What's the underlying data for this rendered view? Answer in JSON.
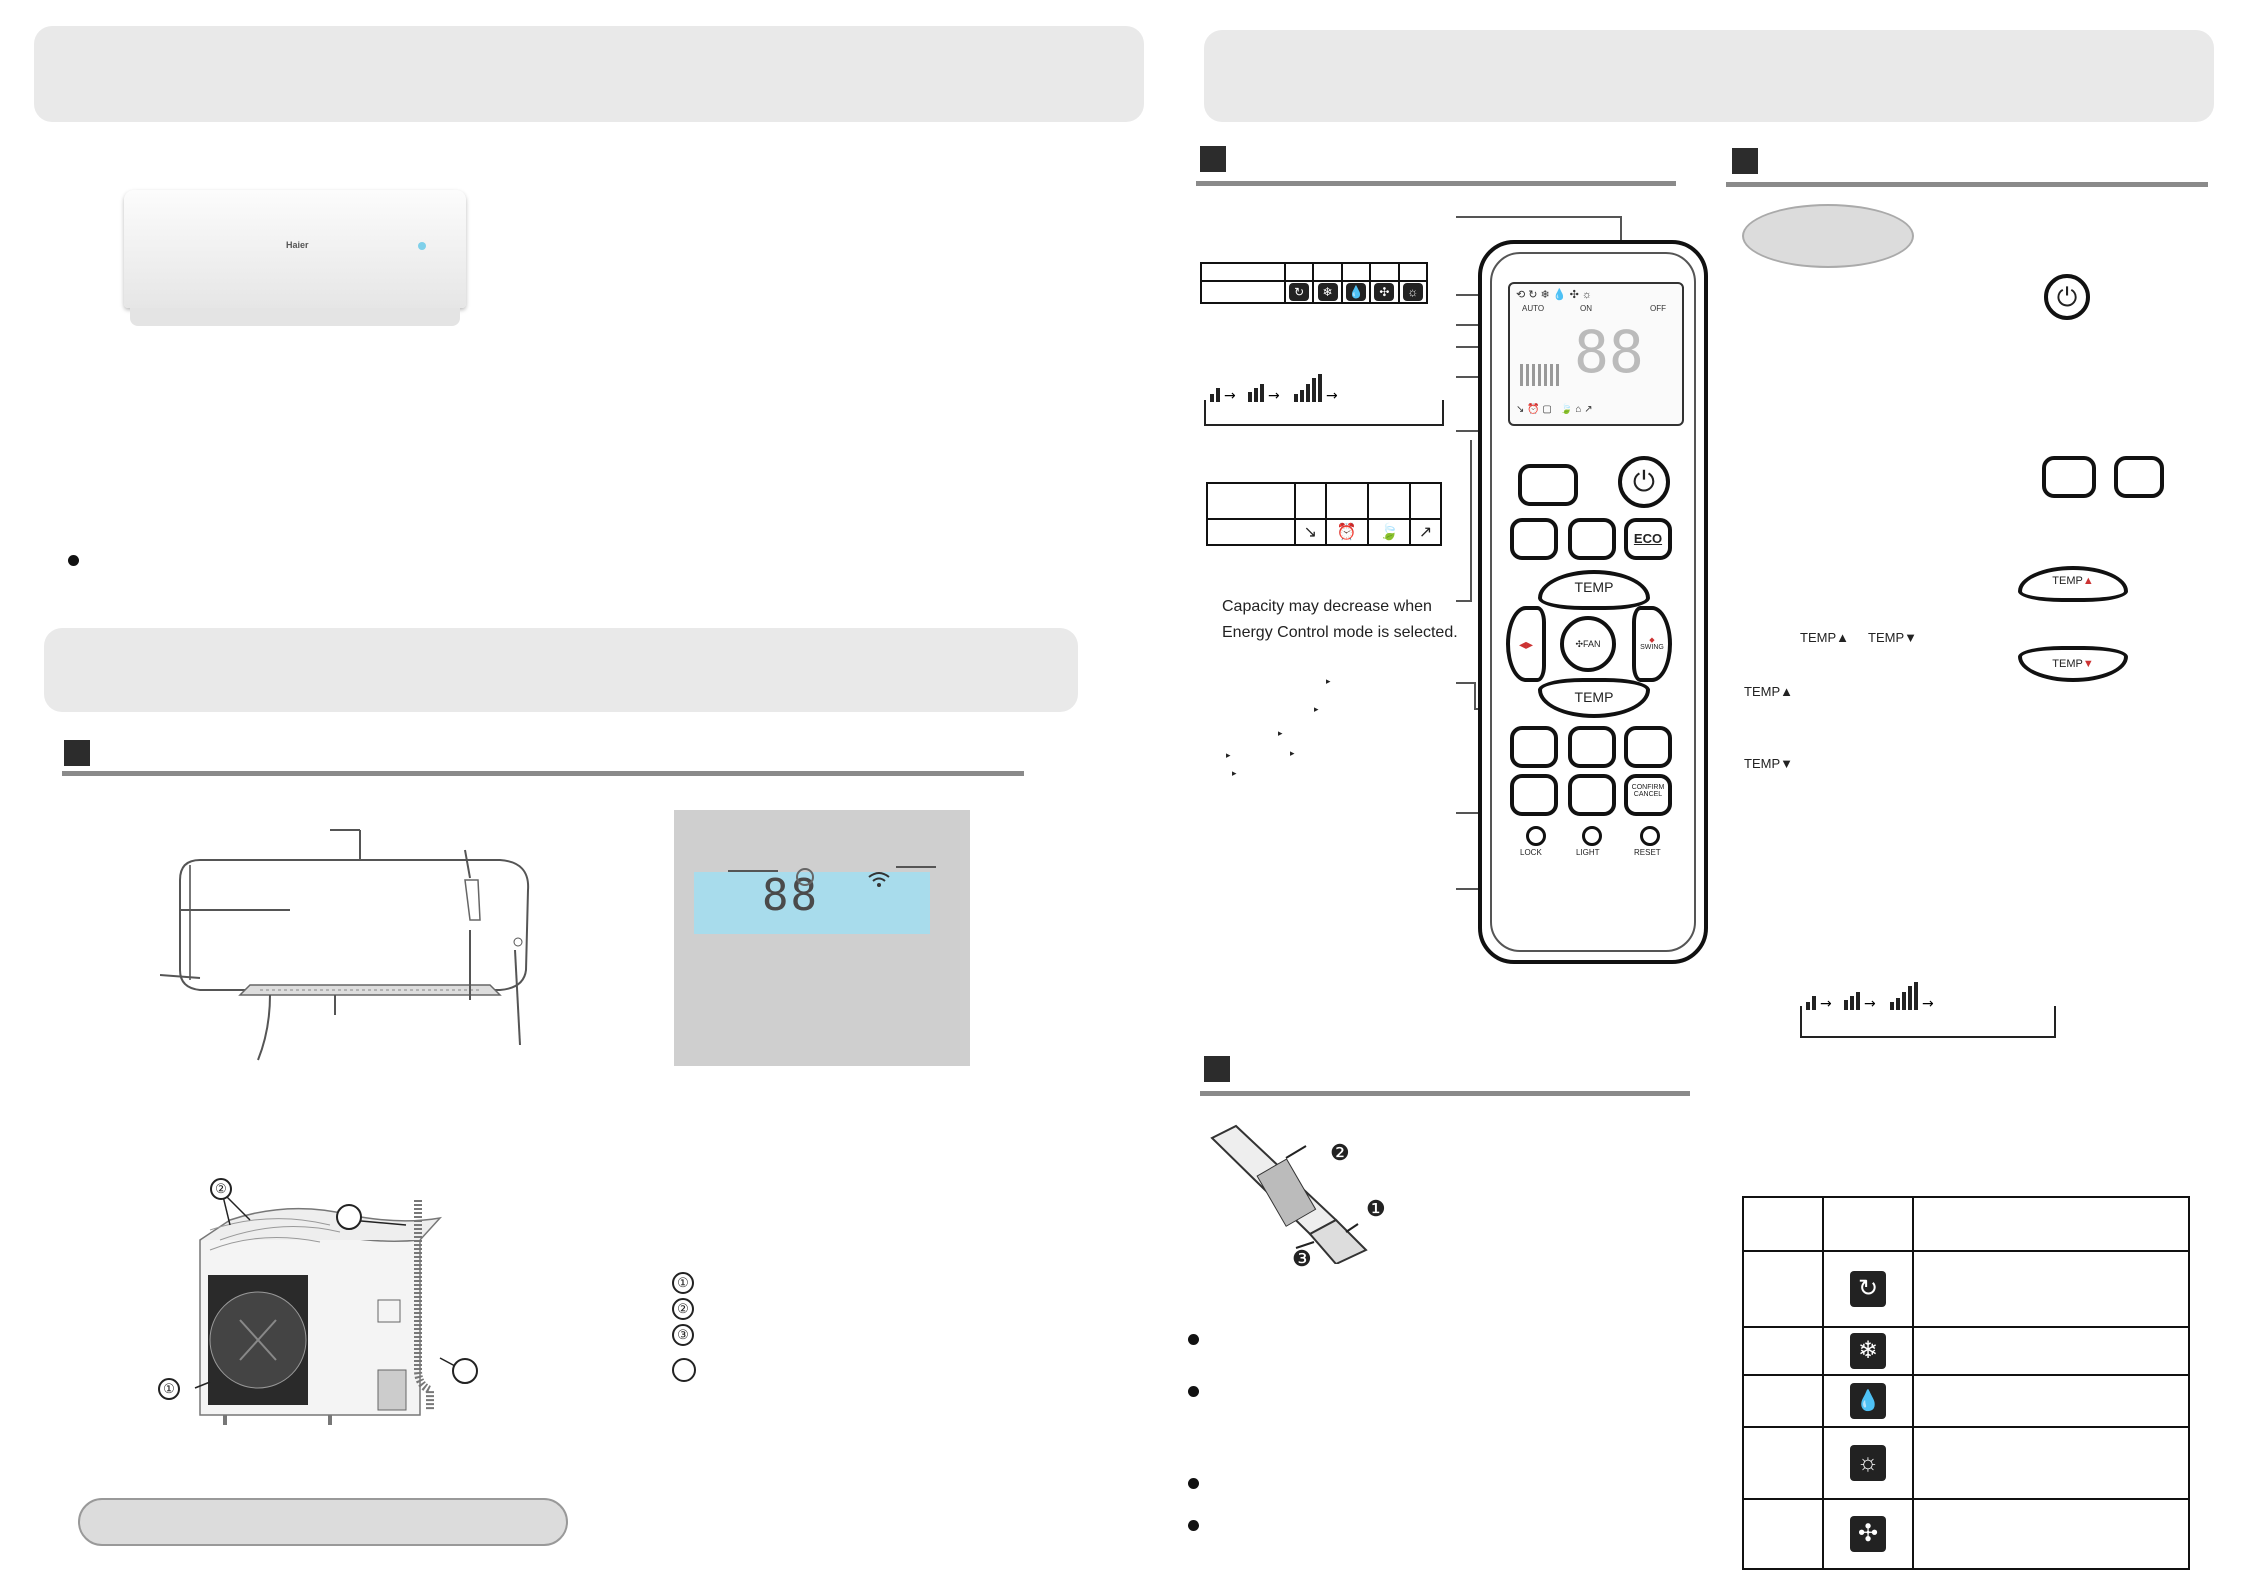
{
  "indoor_brand": "Haier",
  "remote": {
    "energy_note_line1": "Capacity may decrease when",
    "energy_note_line2": "Energy Control mode is selected.",
    "buttons": {
      "eco": "ECO",
      "temp_up": "TEMP",
      "temp_down": "TEMP",
      "fan": "FAN",
      "swing": "SWING",
      "confirm": "CONFIRM",
      "cancel": "CANCEL",
      "lock": "LOCK",
      "light": "LIGHT",
      "reset": "RESET"
    },
    "lcd": {
      "auto_label": "AUTO",
      "on_label": "ON",
      "off_label": "OFF",
      "digits": "88"
    }
  },
  "indoor_display": {
    "digits": "88"
  },
  "outdoor_markers": [
    "①",
    "②",
    "③"
  ],
  "temp_controls": {
    "temp_label": "TEMP",
    "up_arrow": "▲",
    "down_arrow": "▼"
  },
  "battery_markers": [
    "❷",
    "❶",
    "❸"
  ],
  "icons": {
    "auto": "auto-mode-icon",
    "cool": "snowflake-icon",
    "dry": "droplet-icon",
    "heat": "sun-icon",
    "fan": "fan-icon",
    "power": "power-icon"
  }
}
